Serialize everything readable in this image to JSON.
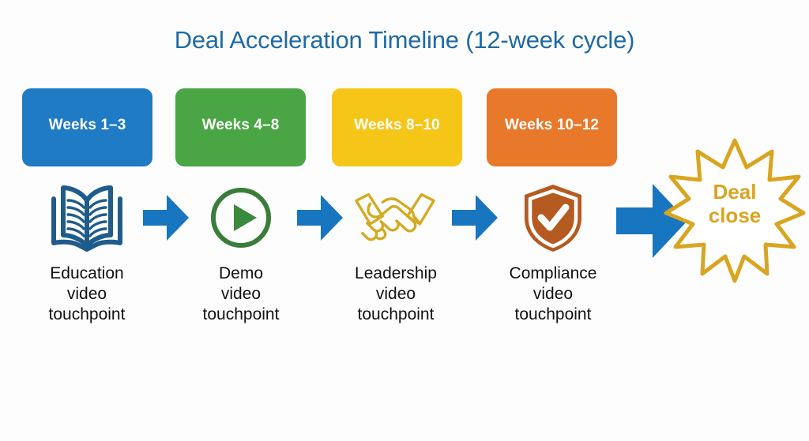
{
  "page": {
    "title": "Deal Acceleration Timeline (12-week cycle)",
    "background_color": "#fdfdfd",
    "title_color": "#1f6aa5"
  },
  "stages": [
    {
      "label": "Weeks 1–3",
      "color": "#1f7bc4",
      "icon": "open-book-icon",
      "icon_color": "#1f5c8b",
      "caption_line1": "Education",
      "caption_line2": "video",
      "caption_line3": "touchpoint"
    },
    {
      "label": "Weeks 4–8",
      "color": "#4aa544",
      "icon": "play-circle-icon",
      "icon_color": "#3a7d3a",
      "caption_line1": "Demo",
      "caption_line2": "video",
      "caption_line3": "touchpoint"
    },
    {
      "label": "Weeks 8–10",
      "color": "#f5c518",
      "icon": "handshake-icon",
      "icon_color": "#d4aa22",
      "caption_line1": "Leadership",
      "caption_line2": "video",
      "caption_line3": "touchpoint"
    },
    {
      "label": "Weeks 10–12",
      "color": "#e8792a",
      "icon": "shield-check-icon",
      "icon_color": "#b55a20",
      "caption_line1": "Compliance",
      "caption_line2": "video",
      "caption_line3": "touchpoint"
    }
  ],
  "connectors": {
    "icon": "right-arrow-icon",
    "color": "#1776bf",
    "count": 4
  },
  "outcome": {
    "icon": "starburst-icon",
    "line1": "Deal",
    "line2": "close",
    "outline_color": "#d9a520",
    "text_color": "#d9a520"
  }
}
